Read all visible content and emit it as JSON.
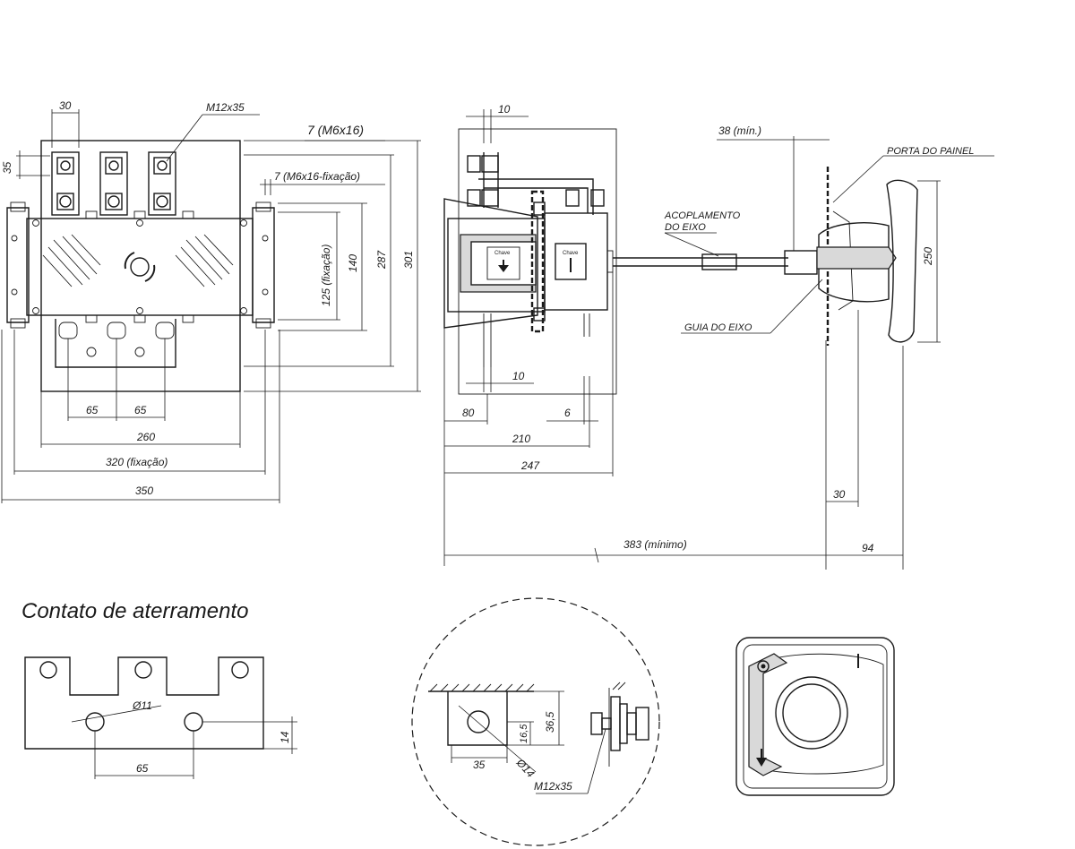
{
  "title": "Contato de aterramento",
  "front_view": {
    "dims": {
      "top_width": "30",
      "bolt": "M12x35",
      "left_height": "35",
      "screw_top": "7 (M6x16)",
      "screw_fix": "7 (M6x16-fixação)",
      "h_fix": "125 (fixação)",
      "h140": "140",
      "h287": "287",
      "h301": "301",
      "pitch1": "65",
      "pitch2": "65",
      "w260": "260",
      "w320": "320 (fixação)",
      "w350": "350"
    }
  },
  "side_view": {
    "dims": {
      "top10": "10",
      "mid10": "10",
      "d80": "80",
      "d6": "6",
      "d210": "210",
      "d247": "247",
      "d383": "383 (mínimo)",
      "d38": "38 (mín.)",
      "d30": "30",
      "d94": "94",
      "d250": "250"
    },
    "labels": {
      "panel_door": "PORTA DO PAINEL",
      "coupling_1": "ACOPLAMENTO",
      "coupling_2": "DO EIXO",
      "shaft_guide": "GUIA DO EIXO",
      "chave": "Chave"
    }
  },
  "ground_contact": {
    "dims": {
      "hole": "Ø11",
      "pitch": "65",
      "height": "14"
    }
  },
  "detail": {
    "dims": {
      "w35": "35",
      "h16_5": "16,5",
      "h36_5": "36,5",
      "hole": "Ø14",
      "bolt": "M12x35"
    }
  },
  "handle": {
    "icons": [
      "padlock-icon",
      "position-i-icon",
      "ground-arrow-icon"
    ]
  }
}
